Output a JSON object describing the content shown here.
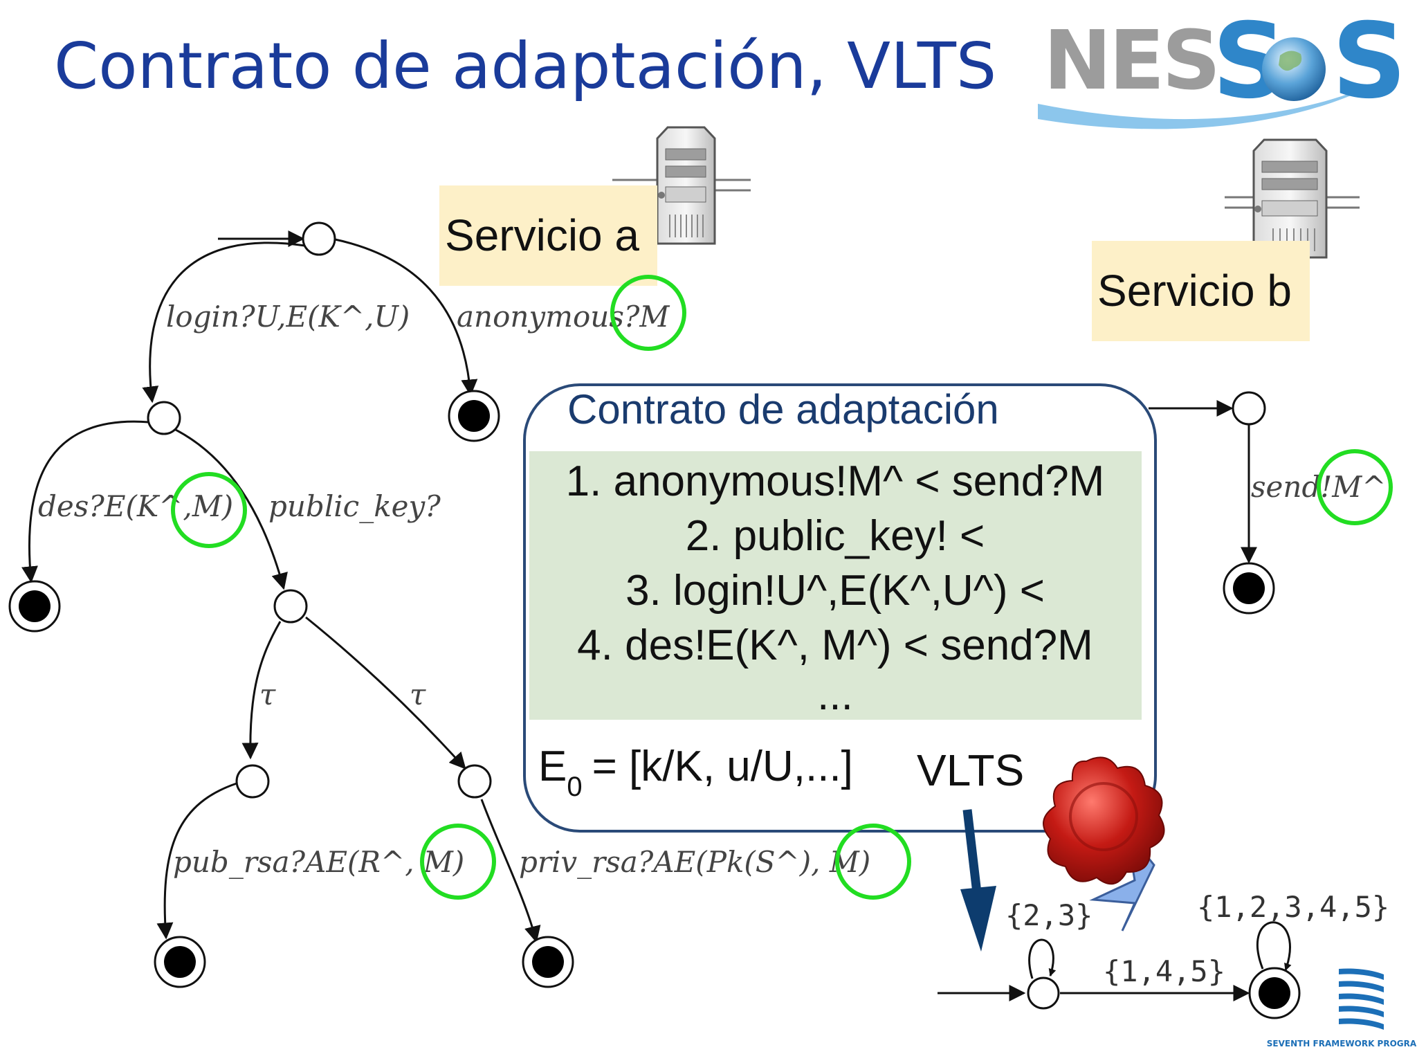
{
  "title": "Contrato de adaptación, VLTS",
  "logo": {
    "text": "NESSOS"
  },
  "footer_logo": {
    "text": "SEVENTH FRAMEWORK PROGRAMME"
  },
  "service_a": {
    "label": "Servicio a",
    "icon": "server-icon"
  },
  "service_b": {
    "label": "Servicio b",
    "icon": "server-icon"
  },
  "service_a_lts": {
    "transitions": [
      "login?U,E(K^,U)",
      "anonymous?M",
      "des?E(K^,M)",
      "public_key?",
      "τ",
      "τ",
      "pub_rsa?AE(R^, M)",
      "priv_rsa?AE(Pk(S^), M)"
    ]
  },
  "service_b_lts": {
    "transitions": [
      "send!M^"
    ]
  },
  "contract": {
    "title": "Contrato de adaptación",
    "rules": [
      "1. anonymous!M^ < send?M",
      "2. public_key! <",
      "3. login!U^,E(K^,U^) <",
      "4. des!E(K^, M^) < send?M",
      "..."
    ],
    "env_symbol": "E",
    "env_subscript": "0",
    "env_value": "= [k/K, u/U,...]"
  },
  "vlts": {
    "label": "VLTS",
    "self_loop_initial": "{2,3}",
    "transition": "{1,4,5}",
    "self_loop_final": "{1,2,3,4,5}"
  },
  "colors": {
    "title": "#1a3b9a",
    "highlight": "#22dd22",
    "contract_border": "#2a4a78",
    "contract_fill": "#dbe8d4",
    "service_label_bg": "#fdf0c8",
    "arrow": "#0d3c6e",
    "seal": "#c41a14"
  }
}
